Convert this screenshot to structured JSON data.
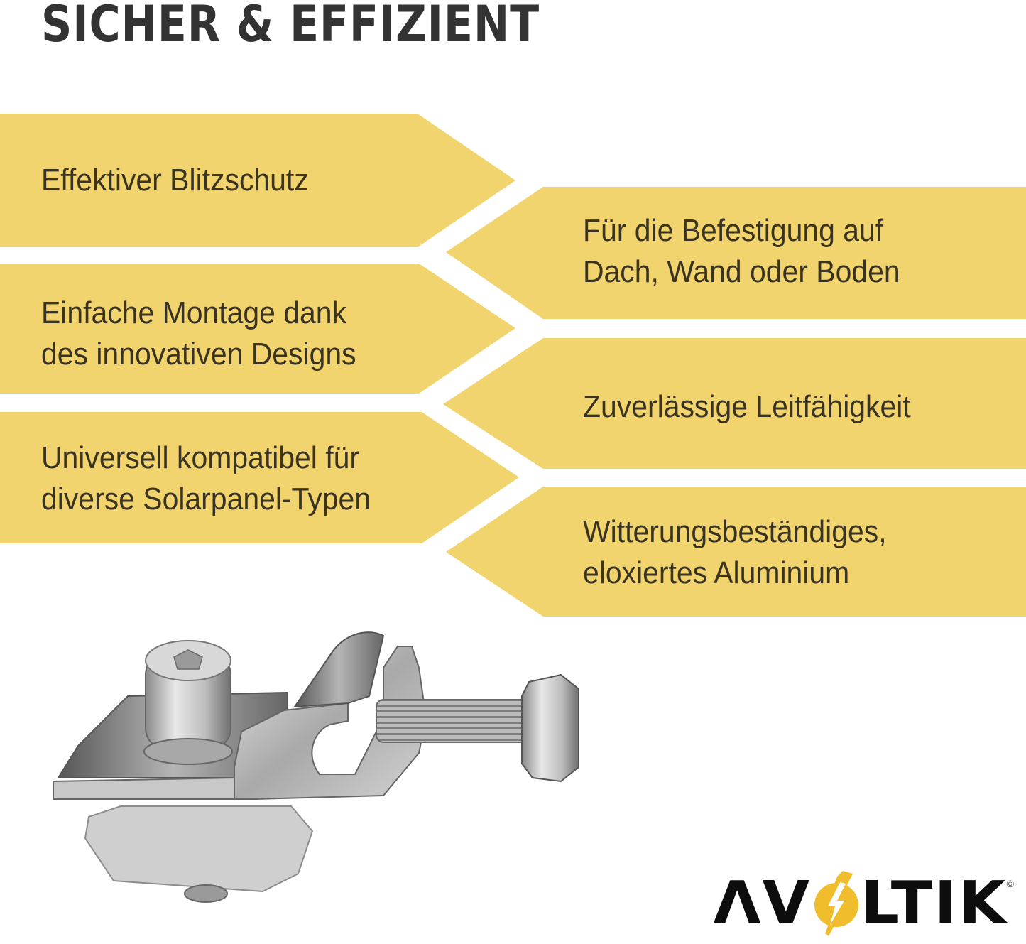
{
  "header": {
    "title": "SICHER & EFFIZIENT"
  },
  "colors": {
    "accent_yellow": "#F2D46E",
    "text_dark": "#3A3320",
    "headline": "#333333",
    "logo_black": "#0D0D0D",
    "logo_yellow": "#F0BE2C"
  },
  "features": {
    "left": [
      {
        "lines": [
          "Effektiver Blitzschutz"
        ]
      },
      {
        "lines": [
          "Einfache Montage dank",
          "des innovativen Designs"
        ]
      },
      {
        "lines": [
          "Universell kompatibel für",
          "diverse Solarpanel-Typen"
        ]
      }
    ],
    "right": [
      {
        "lines": [
          "Für die Befestigung auf",
          "Dach, Wand oder Boden"
        ]
      },
      {
        "lines": [
          "Zuverlässige Leitfähigkeit"
        ]
      },
      {
        "lines": [
          "Witterungsbeständiges,",
          "eloxiertes Aluminium"
        ]
      }
    ]
  },
  "product": {
    "icon": "lightning-protection-clamp-image"
  },
  "logo": {
    "prefix": "ΛV",
    "suffix": "LTIK",
    "copyright": "©",
    "icon": "lightning-bolt-circle-icon"
  }
}
